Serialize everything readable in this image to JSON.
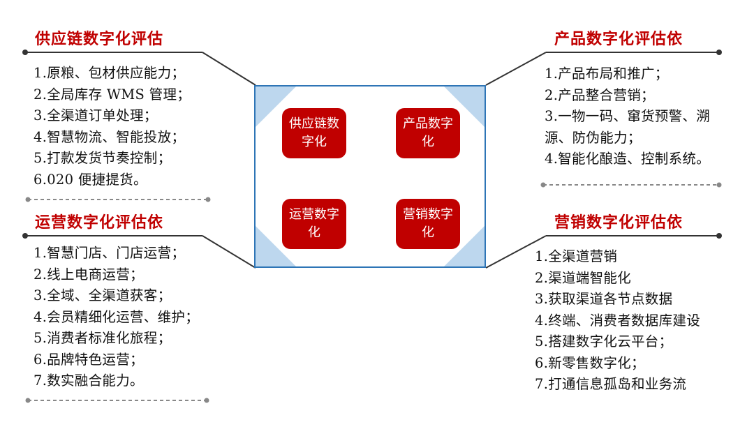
{
  "center": {
    "tiles": [
      "供应链数字化",
      "产品数字化",
      "运营数字化",
      "营销数字化"
    ]
  },
  "sections": {
    "supply_chain": {
      "title": "供应链数字化评估",
      "items": [
        "1.原粮、包材供应能力；",
        "2.全局库存 WMS 管理；",
        "3.全渠道订单处理；",
        "4.智慧物流、智能投放；",
        "5.打款发货节奏控制；",
        "6.020 便捷提货。"
      ]
    },
    "product": {
      "title": "产品数字化评估依",
      "items": [
        "1.产品布局和推广；",
        "2.产品整合营销；",
        "3.一物一码、窜货预警、溯",
        "源、防伪能力；",
        "4.智能化酿造、控制系统。"
      ]
    },
    "operation": {
      "title": "运营数字化评估依",
      "items": [
        "1.智慧门店、门店运营；",
        "2.线上电商运营；",
        "3.全域、全渠道获客；",
        "4.会员精细化运营、维护；",
        "5.消费者标准化旅程；",
        "6.品牌特色运营；",
        "7.数实融合能力。"
      ]
    },
    "marketing": {
      "title": "营销数字化评估依",
      "items": [
        "1.全渠道营销",
        "2.渠道端智能化",
        "3.获取渠道各节点数据",
        "4.终端、消费者数据库建设",
        "5.搭建数字化云平台；",
        "6.新零售数字化；",
        "7.打通信息孤岛和业务流"
      ]
    }
  },
  "colors": {
    "accent_red": "#c00000",
    "box_border": "#2e75b6",
    "corner_fill": "#bdd7ee",
    "line": "#333333",
    "dashed": "#888888"
  }
}
